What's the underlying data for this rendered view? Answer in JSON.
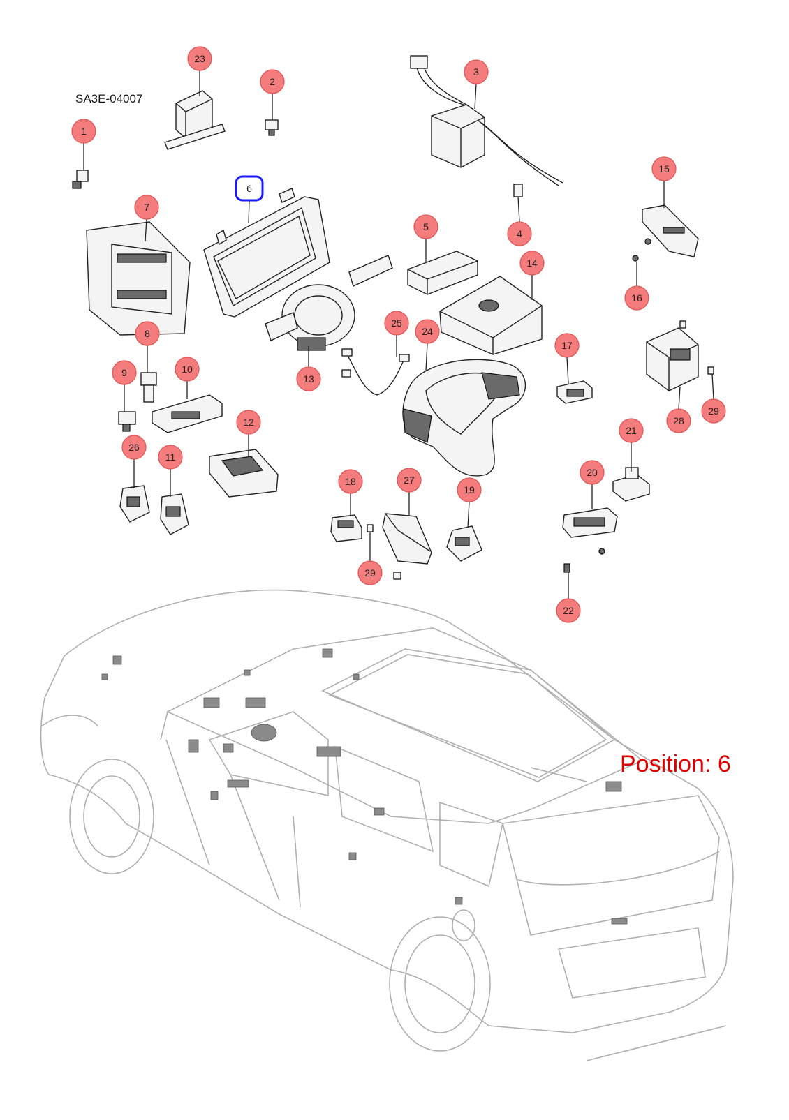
{
  "diagram_code": "SA3E-04007",
  "position_label": "Position: 6",
  "colors": {
    "callout_fill": "#f47c7c",
    "callout_stroke": "#e05555",
    "highlight_stroke": "#1a1aff",
    "position_text": "#e00000",
    "car_outline": "#b0b0b0"
  },
  "callouts": [
    {
      "id": "1",
      "label": "1"
    },
    {
      "id": "2",
      "label": "2"
    },
    {
      "id": "3",
      "label": "3"
    },
    {
      "id": "4",
      "label": "4"
    },
    {
      "id": "5",
      "label": "5"
    },
    {
      "id": "6",
      "label": "6",
      "highlighted": true
    },
    {
      "id": "7",
      "label": "7"
    },
    {
      "id": "8",
      "label": "8"
    },
    {
      "id": "9",
      "label": "9"
    },
    {
      "id": "10",
      "label": "10"
    },
    {
      "id": "11",
      "label": "11"
    },
    {
      "id": "12",
      "label": "12"
    },
    {
      "id": "13",
      "label": "13"
    },
    {
      "id": "14",
      "label": "14"
    },
    {
      "id": "15",
      "label": "15"
    },
    {
      "id": "16",
      "label": "16"
    },
    {
      "id": "17",
      "label": "17"
    },
    {
      "id": "18",
      "label": "18"
    },
    {
      "id": "19",
      "label": "19"
    },
    {
      "id": "20",
      "label": "20"
    },
    {
      "id": "21",
      "label": "21"
    },
    {
      "id": "22",
      "label": "22"
    },
    {
      "id": "23",
      "label": "23"
    },
    {
      "id": "24",
      "label": "24"
    },
    {
      "id": "25",
      "label": "25"
    },
    {
      "id": "26",
      "label": "26"
    },
    {
      "id": "27",
      "label": "27"
    },
    {
      "id": "28",
      "label": "28"
    },
    {
      "id": "29a",
      "label": "29"
    },
    {
      "id": "29b",
      "label": "29"
    }
  ]
}
